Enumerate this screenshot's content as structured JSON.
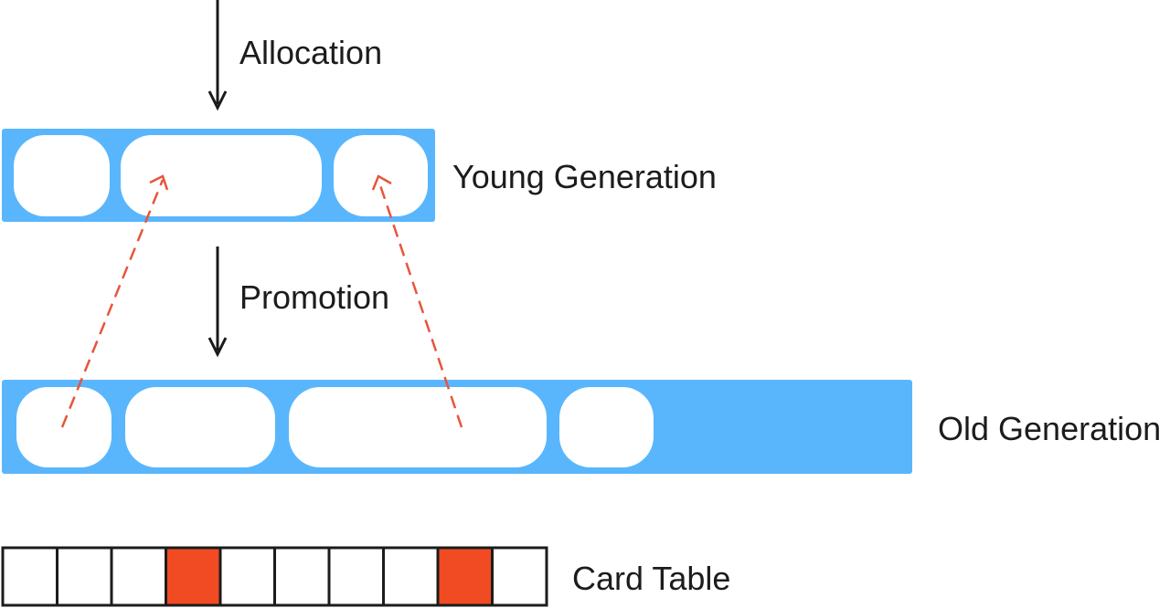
{
  "labels": {
    "allocation": "Allocation",
    "promotion": "Promotion",
    "young_generation": "Young Generation",
    "old_generation": "Old Generation",
    "card_table": "Card Table"
  },
  "card_table": {
    "cells": [
      false,
      false,
      false,
      true,
      false,
      false,
      false,
      false,
      true,
      false
    ]
  },
  "colors": {
    "generation_fill": "#59b6fd",
    "slot_fill": "#ffffff",
    "arrow": "#1a1a1a",
    "reference_arrow": "#e8553a",
    "card_marked": "#f04b23",
    "card_border": "#1c1c1c"
  }
}
